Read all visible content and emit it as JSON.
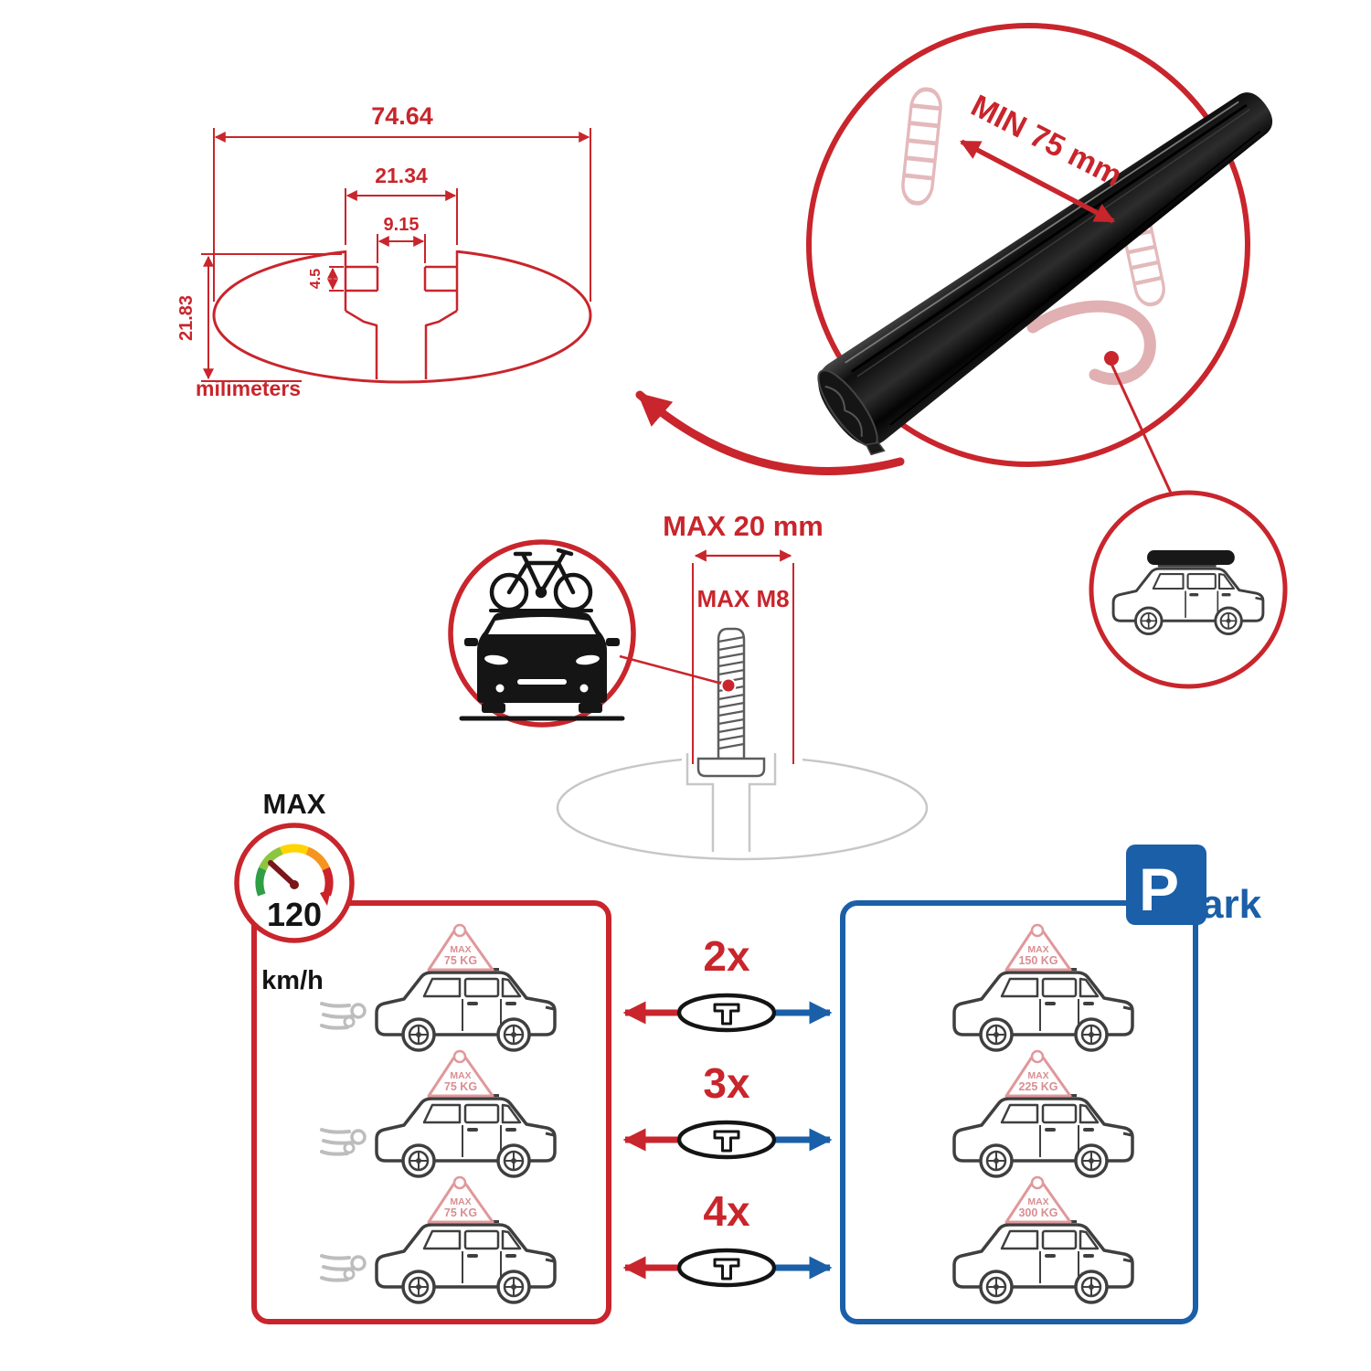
{
  "colors": {
    "accent_red": "#c9252c",
    "accent_blue": "#1a5fa8",
    "faded_red": "#dfa0a3",
    "faded_gray": "#c7c7c7",
    "ink": "#141414"
  },
  "profile_dimensions": {
    "total_width": "74.64",
    "channel_width": "21.34",
    "slot_width": "9.15",
    "lip_depth": "4.5",
    "profile_height": "21.83",
    "units_label": "milimeters"
  },
  "crossbar_detail": {
    "min_span_label": "MIN 75 mm"
  },
  "bolt_detail": {
    "max_width_label": "MAX 20 mm",
    "max_thread_label": "MAX M8"
  },
  "speed_limit": {
    "title": "MAX",
    "value": "120",
    "units": "km/h"
  },
  "park_sign": {
    "letter": "P",
    "suffix": "ark"
  },
  "load_rows": [
    {
      "multiplier": "2x",
      "moving": {
        "line1": "MAX",
        "line2": "75 KG"
      },
      "parked": {
        "line1": "MAX",
        "line2": "150 KG"
      }
    },
    {
      "multiplier": "3x",
      "moving": {
        "line1": "MAX",
        "line2": "75 KG"
      },
      "parked": {
        "line1": "MAX",
        "line2": "225 KG"
      }
    },
    {
      "multiplier": "4x",
      "moving": {
        "line1": "MAX",
        "line2": "75 KG"
      },
      "parked": {
        "line1": "MAX",
        "line2": "300 KG"
      }
    }
  ]
}
